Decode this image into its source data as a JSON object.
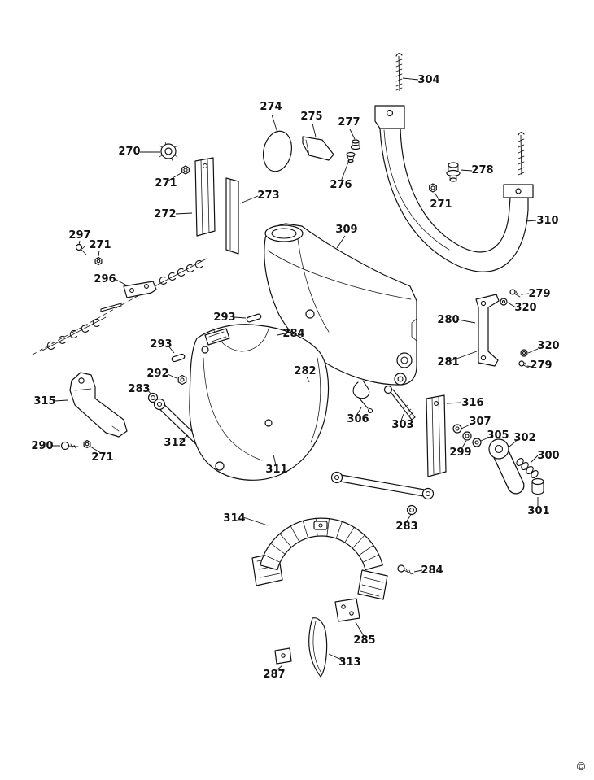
{
  "diagram": {
    "background": "#ffffff",
    "ink": "#111111",
    "copyright": "©",
    "labels": [
      "304",
      "274",
      "275",
      "277",
      "270",
      "271",
      "276",
      "278",
      "271",
      "273",
      "272",
      "310",
      "297",
      "271",
      "309",
      "296",
      "279",
      "320",
      "280",
      "293",
      "284",
      "293",
      "292",
      "283",
      "282",
      "281",
      "320",
      "279",
      "315",
      "306",
      "303",
      "316",
      "307",
      "305",
      "302",
      "290",
      "271",
      "312",
      "299",
      "300",
      "311",
      "301",
      "314",
      "283",
      "284",
      "285",
      "287",
      "313"
    ]
  }
}
